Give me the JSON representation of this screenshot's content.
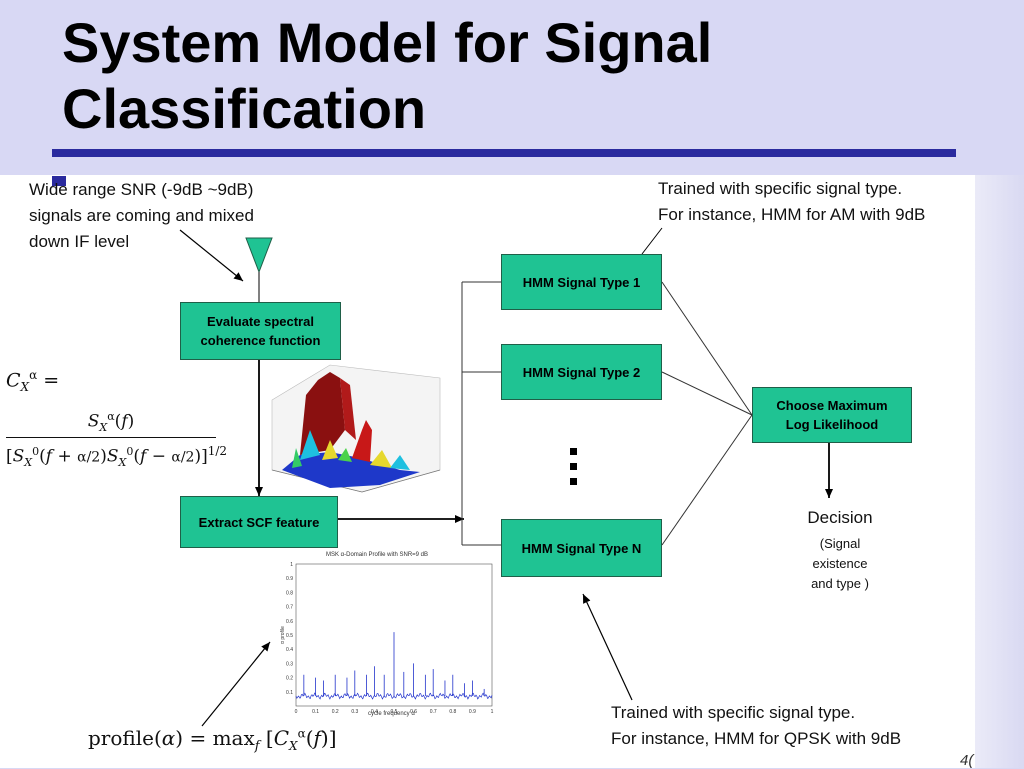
{
  "slide": {
    "title": "System Model for Signal Classification",
    "page_number": "4("
  },
  "notes": {
    "input_signal": "Wide range SNR (-9dB ~9dB)\nsignals are coming and mixed\ndown IF level",
    "trained_am": "Trained with specific signal type.\nFor instance, HMM for AM with 9dB",
    "trained_qpsk": "Trained with specific signal type.\nFor instance, HMM for QPSK with 9dB"
  },
  "blocks": {
    "evaluate_scf": "Evaluate spectral\ncoherence function",
    "extract_scf": "Extract SCF feature",
    "hmm_1": "HMM Signal Type   1",
    "hmm_2": "HMM Signal Type   2",
    "hmm_n": "HMM Signal Type N",
    "choose_max": "Choose Maximum\nLog Likelihood",
    "ellipsis": ":"
  },
  "decision": {
    "title": "Decision",
    "detail": "(Signal\nexistence\nand type )"
  },
  "equations": {
    "coherence_lhs": "C_X^α =",
    "coherence_num": "S_X^α(f)",
    "coherence_den": "[S_X^0(f + α/2) S_X^0(f − α/2)]^(1/2)",
    "profile": "profile(α) = max_f [C_X^α(f)]"
  },
  "profile_plot": {
    "title": "MSK α-Domain Profile with SNR=9 dB",
    "xlabel": "cycle frequency α",
    "ylabel": "α profile",
    "xticks": [
      "0",
      "0.1",
      "0.2",
      "0.3",
      "0.4",
      "0.5",
      "0.6",
      "0.7",
      "0.8",
      "0.9",
      "1"
    ],
    "yticks": [
      "0.1",
      "0.2",
      "0.3",
      "0.4",
      "0.5",
      "0.6",
      "0.7",
      "0.8",
      "0.9",
      "1"
    ]
  },
  "colors": {
    "box_fill": "#1fc393",
    "title_rule": "#2a2a9e",
    "antenna": "#1fc393"
  }
}
